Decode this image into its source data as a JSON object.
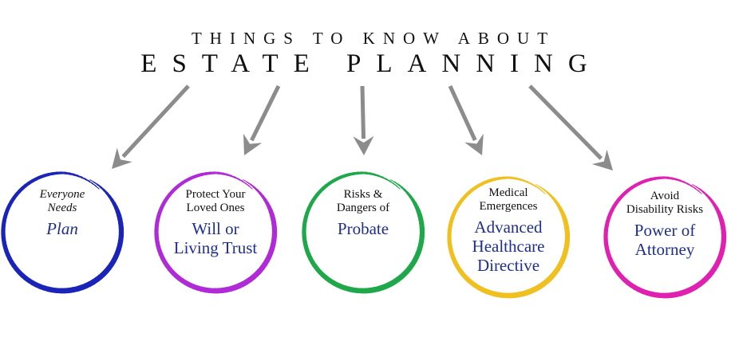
{
  "title": {
    "line1": "THINGS TO KNOW ABOUT",
    "line2": "ESTATE PLANNING"
  },
  "colors": {
    "arrow": "#8c8c8c",
    "main_text": "#1f2f8f"
  },
  "nodes": [
    {
      "subtitle": "Everyone\nNeeds",
      "main": "Plan",
      "italic": true,
      "color": "#1a24b8"
    },
    {
      "subtitle": "Protect Your\nLoved Ones",
      "main": "Will or\nLiving Trust",
      "italic": false,
      "color": "#b02ad8"
    },
    {
      "subtitle": "Risks &\nDangers of",
      "main": "Probate",
      "italic": false,
      "color": "#1fa84a"
    },
    {
      "subtitle": "Medical\nEmergences",
      "main": "Advanced\nHealthcare\nDirective",
      "italic": false,
      "color": "#f0c020"
    },
    {
      "subtitle": "Avoid\nDisability Risks",
      "main": "Power of\nAttorney",
      "italic": false,
      "color": "#e020b0"
    }
  ]
}
